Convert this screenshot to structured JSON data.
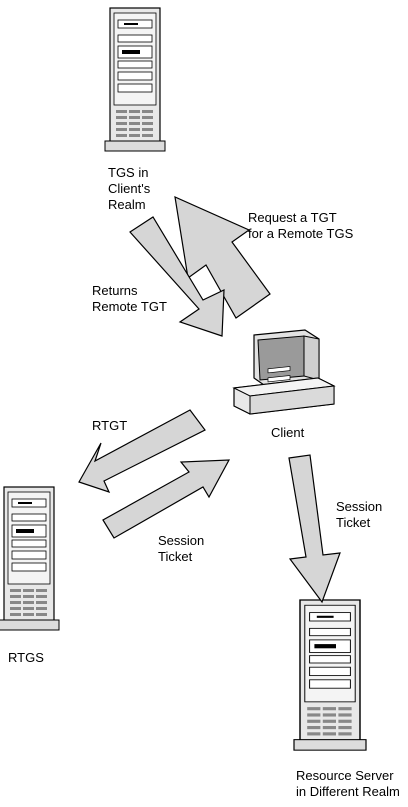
{
  "nodes": {
    "tgs": {
      "label": "TGS in\nClient's\nRealm",
      "icon": "server-tower-icon"
    },
    "client": {
      "label": "Client",
      "icon": "desktop-computer-icon"
    },
    "rtgs": {
      "label": "RTGS",
      "icon": "server-tower-icon"
    },
    "resource": {
      "label": "Resource Server\nin Different Realm",
      "icon": "server-tower-icon"
    }
  },
  "edges": {
    "request_tgt": "Request a TGT\nfor a Remote TGS",
    "returns_remote_tgt": "Returns\nRemote TGT",
    "rtgt": "RTGT",
    "session_ticket_rtgs": "Session\nTicket",
    "session_ticket_resource": "Session\nTicket"
  },
  "colors": {
    "arrow_fill": "#d6d6d6",
    "server_fill": "#ececec",
    "stroke": "#000000"
  }
}
